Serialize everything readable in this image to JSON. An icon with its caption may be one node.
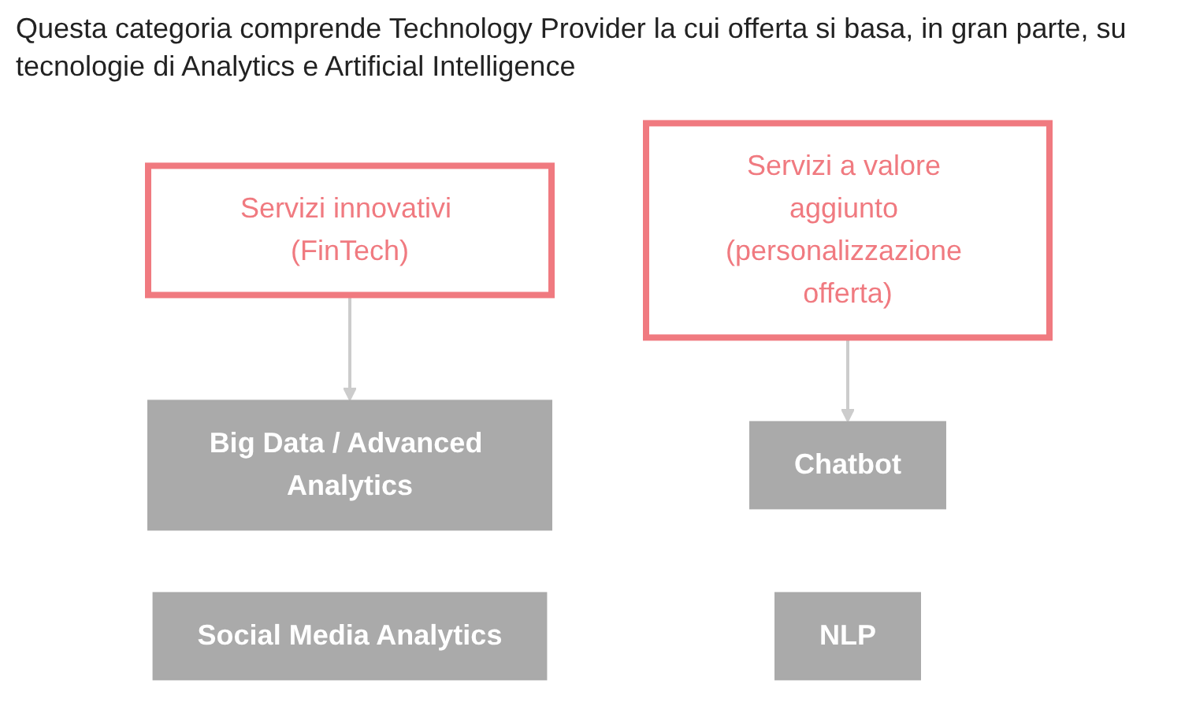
{
  "diagram": {
    "nodes": [
      {
        "text": [
          "Servizi innovativi (FinTech)"
        ]
      },
      {
        "text": [
          "Servizi a valore aggiunto (personalizzazione offerta)"
        ]
      },
      {
        "text": [
          "Big Data / Advanced Analytics"
        ]
      },
      {
        "text": [
          "Social Media Analytics"
        ]
      },
      {
        "text": [
          "Chatbot"
        ]
      },
      {
        "text": [
          "NLP"
        ]
      }
    ],
    "edges": [
      {
        "from": 0,
        "to": 2,
        "arrow": "to"
      },
      {
        "from": 1,
        "to": 4,
        "arrow": "to"
      }
    ],
    "labels": [
      "Questa categoria comprende Technology Provider la cui offerta si basa, in gran parte, su tecnologie di Analytics e Artificial Intelligence"
    ]
  }
}
